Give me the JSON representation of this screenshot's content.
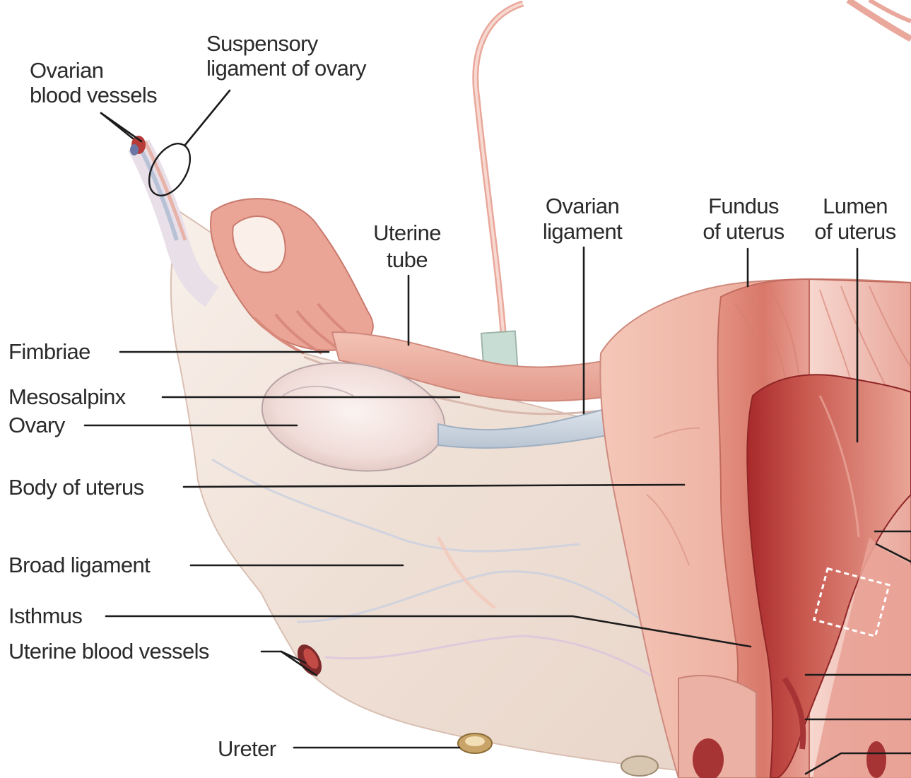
{
  "labels": {
    "ovarian_blood_vessels": [
      "Ovarian",
      "blood vessels"
    ],
    "suspensory_ligament": [
      "Suspensory",
      "ligament of ovary"
    ],
    "uterine_tube": [
      "Uterine",
      "tube"
    ],
    "ovarian_ligament": [
      "Ovarian",
      "ligament"
    ],
    "fundus_of_uterus": [
      "Fundus",
      "of uterus"
    ],
    "lumen_of_uterus": [
      "Lumen",
      "of uterus"
    ],
    "fimbriae": "Fimbriae",
    "mesosalpinx": "Mesosalpinx",
    "ovary": "Ovary",
    "body_of_uterus": "Body of uterus",
    "broad_ligament": "Broad ligament",
    "isthmus": "Isthmus",
    "uterine_blood_vessels": "Uterine blood vessels",
    "ureter": "Ureter"
  }
}
